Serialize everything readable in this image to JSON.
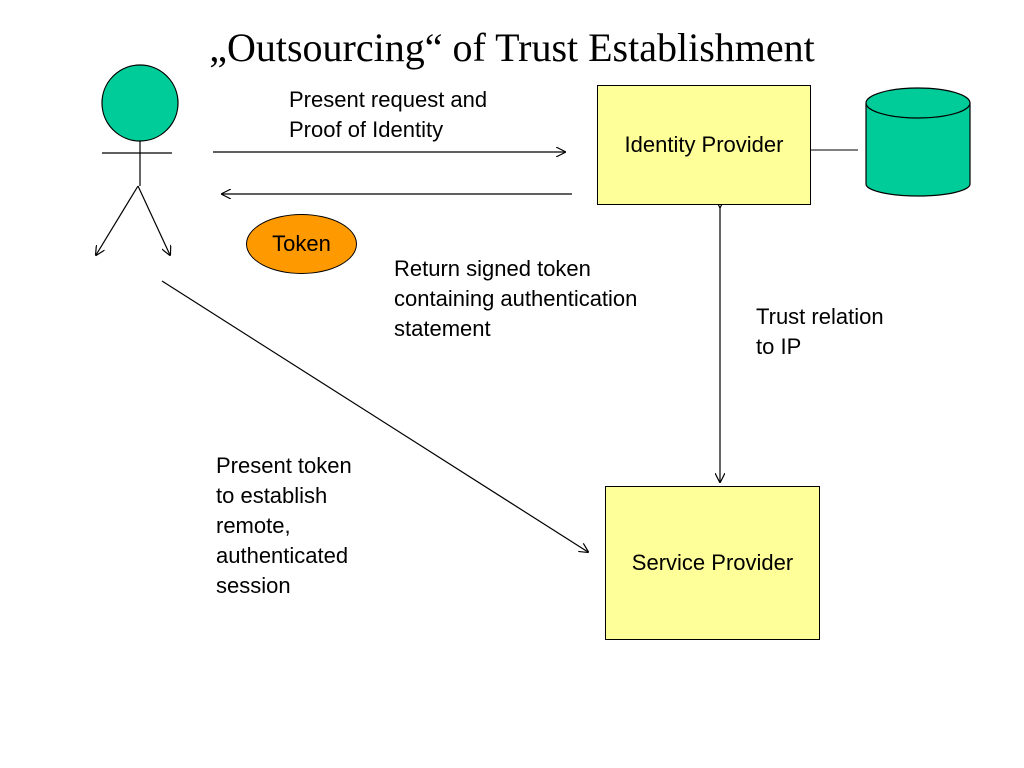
{
  "title": "„Outsourcing“ of Trust Establishment",
  "nodes": {
    "identity_provider": "Identity Provider",
    "service_provider": "Service Provider",
    "token": "Token"
  },
  "labels": {
    "present_request": "Present request and\nProof of Identity",
    "return_token": "Return signed token\ncontaining authentication\nstatement",
    "trust_relation": "Trust relation\nto IP",
    "present_token": "Present token\nto establish\nremote,\nauthenticated\nsession"
  },
  "colors": {
    "box_fill": "#ffff99",
    "token_fill": "#ff9900",
    "actor_and_db_fill": "#00cc99"
  },
  "icons": {
    "actor": "stick-figure-icon",
    "database": "database-cylinder-icon"
  }
}
